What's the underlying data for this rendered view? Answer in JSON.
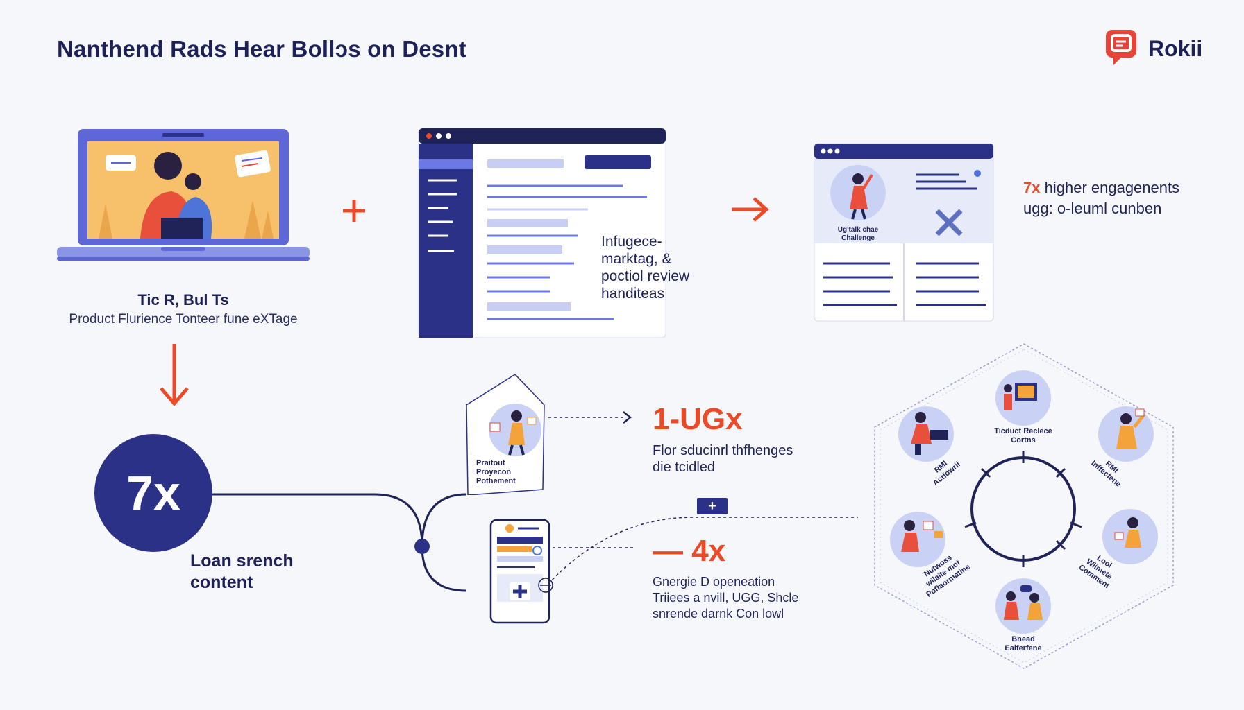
{
  "header": {
    "title": "Nanthend Rads Hear Bollɔs on Desnt",
    "brand_name": "Rokii",
    "brand_color": "#e8443a"
  },
  "colors": {
    "navy": "#2c3188",
    "orange": "#ec4a27",
    "background": "#f6f7fb"
  },
  "step1": {
    "title": "Tic R, Bul Ts",
    "subtitle": "Product Flurience Tonteer fune eXTage"
  },
  "step2": {
    "lines": [
      "Infugece-",
      "marktag, &",
      "poctiol review",
      "handiteas"
    ]
  },
  "step3": {
    "card_caption_1": "Ug'talk chae",
    "card_caption_2": "Challenge",
    "stat_prefix": "7x",
    "stat_line1": "higher engagenents",
    "stat_line2": "ugg: o-leuml cunben"
  },
  "big_stat": {
    "value": "7x",
    "label_1": "Loan srench",
    "label_2": "content"
  },
  "hex_card": {
    "lines": [
      "Praitout",
      "Proyecon",
      "Pothement"
    ]
  },
  "stat_b": {
    "value": "1-UGx",
    "line1": "Flor sducinrl thfhenges",
    "line2": "die tcidled"
  },
  "stat_c": {
    "value": "— 4x",
    "line1": "Gnergie D openeation",
    "line2": "Triiees a nvill, UGG, Shcle",
    "line3": "snrende darnk Con lowl"
  },
  "plus_badge": "+",
  "orbit": {
    "top": [
      "Ticduct Reclece",
      "Cortns"
    ],
    "top_left": [
      "RMI",
      "Actfowril"
    ],
    "top_right": [
      "RMI",
      "Inffectene"
    ],
    "bottom_left": [
      "Nutwoss",
      "wilaite mof",
      "Poftaormatine"
    ],
    "bottom_right": [
      "Lool",
      "Wlimete",
      "Comment"
    ],
    "bottom": [
      "Bnead",
      "Ealferfene"
    ]
  }
}
